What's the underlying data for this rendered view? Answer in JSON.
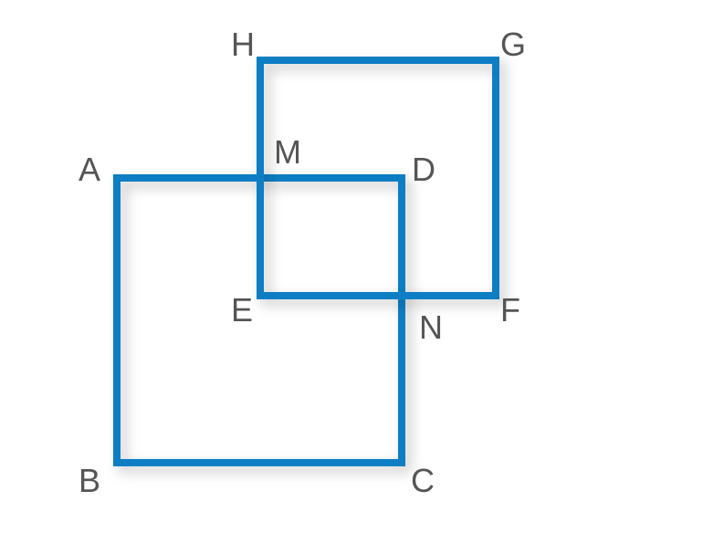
{
  "diagram": {
    "stroke_color": "#0a7ec4",
    "label_color": "#555555",
    "labels": {
      "A": "A",
      "B": "B",
      "C": "C",
      "D": "D",
      "E": "E",
      "F": "F",
      "G": "G",
      "H": "H",
      "M": "M",
      "N": "N"
    }
  }
}
